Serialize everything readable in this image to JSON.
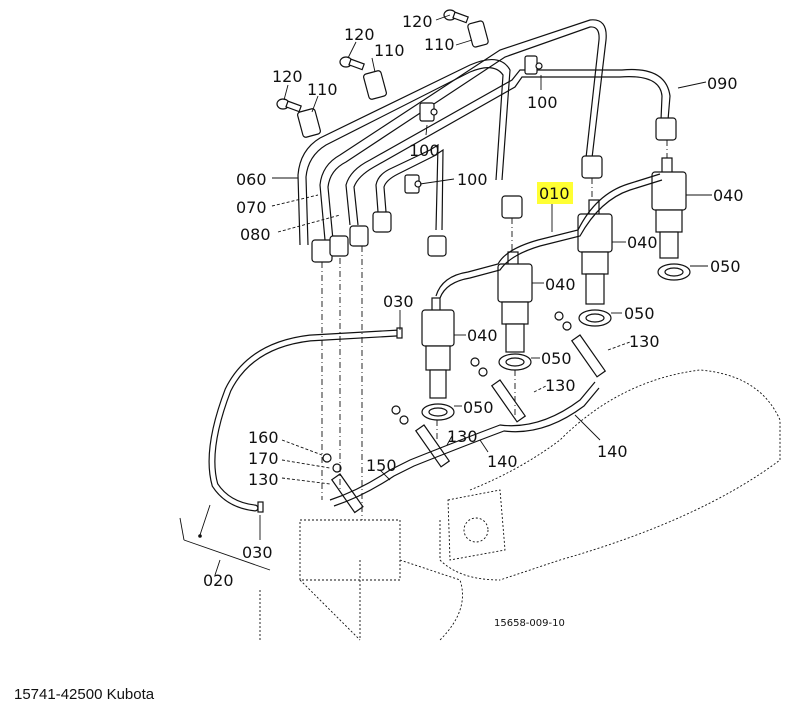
{
  "diagram": {
    "title": "Kubota fuel injection pipe / injection nozzle assembly",
    "drawing_number": "15658-009-10",
    "highlight_color": "#ffff33",
    "callouts": [
      {
        "id": "c-120a",
        "label": "120"
      },
      {
        "id": "c-120b",
        "label": "120"
      },
      {
        "id": "c-120c",
        "label": "120"
      },
      {
        "id": "c-110a",
        "label": "110"
      },
      {
        "id": "c-110b",
        "label": "110"
      },
      {
        "id": "c-110c",
        "label": "110"
      },
      {
        "id": "c-100a",
        "label": "100"
      },
      {
        "id": "c-100b",
        "label": "100"
      },
      {
        "id": "c-100c",
        "label": "100"
      },
      {
        "id": "c-090",
        "label": "090"
      },
      {
        "id": "c-060",
        "label": "060"
      },
      {
        "id": "c-070",
        "label": "070"
      },
      {
        "id": "c-080",
        "label": "080"
      },
      {
        "id": "c-010",
        "label": "010",
        "highlighted": true
      },
      {
        "id": "c-040a",
        "label": "040"
      },
      {
        "id": "c-040b",
        "label": "040"
      },
      {
        "id": "c-040c",
        "label": "040"
      },
      {
        "id": "c-040d",
        "label": "040"
      },
      {
        "id": "c-050a",
        "label": "050"
      },
      {
        "id": "c-050b",
        "label": "050"
      },
      {
        "id": "c-050c",
        "label": "050"
      },
      {
        "id": "c-050d",
        "label": "050"
      },
      {
        "id": "c-030a",
        "label": "030"
      },
      {
        "id": "c-030b",
        "label": "030"
      },
      {
        "id": "c-130a",
        "label": "130"
      },
      {
        "id": "c-130b",
        "label": "130"
      },
      {
        "id": "c-130c",
        "label": "130"
      },
      {
        "id": "c-130d",
        "label": "130"
      },
      {
        "id": "c-140a",
        "label": "140"
      },
      {
        "id": "c-140b",
        "label": "140"
      },
      {
        "id": "c-150",
        "label": "150"
      },
      {
        "id": "c-160",
        "label": "160"
      },
      {
        "id": "c-170",
        "label": "170"
      },
      {
        "id": "c-020",
        "label": "020"
      }
    ]
  },
  "caption": "15741-42500 Kubota"
}
